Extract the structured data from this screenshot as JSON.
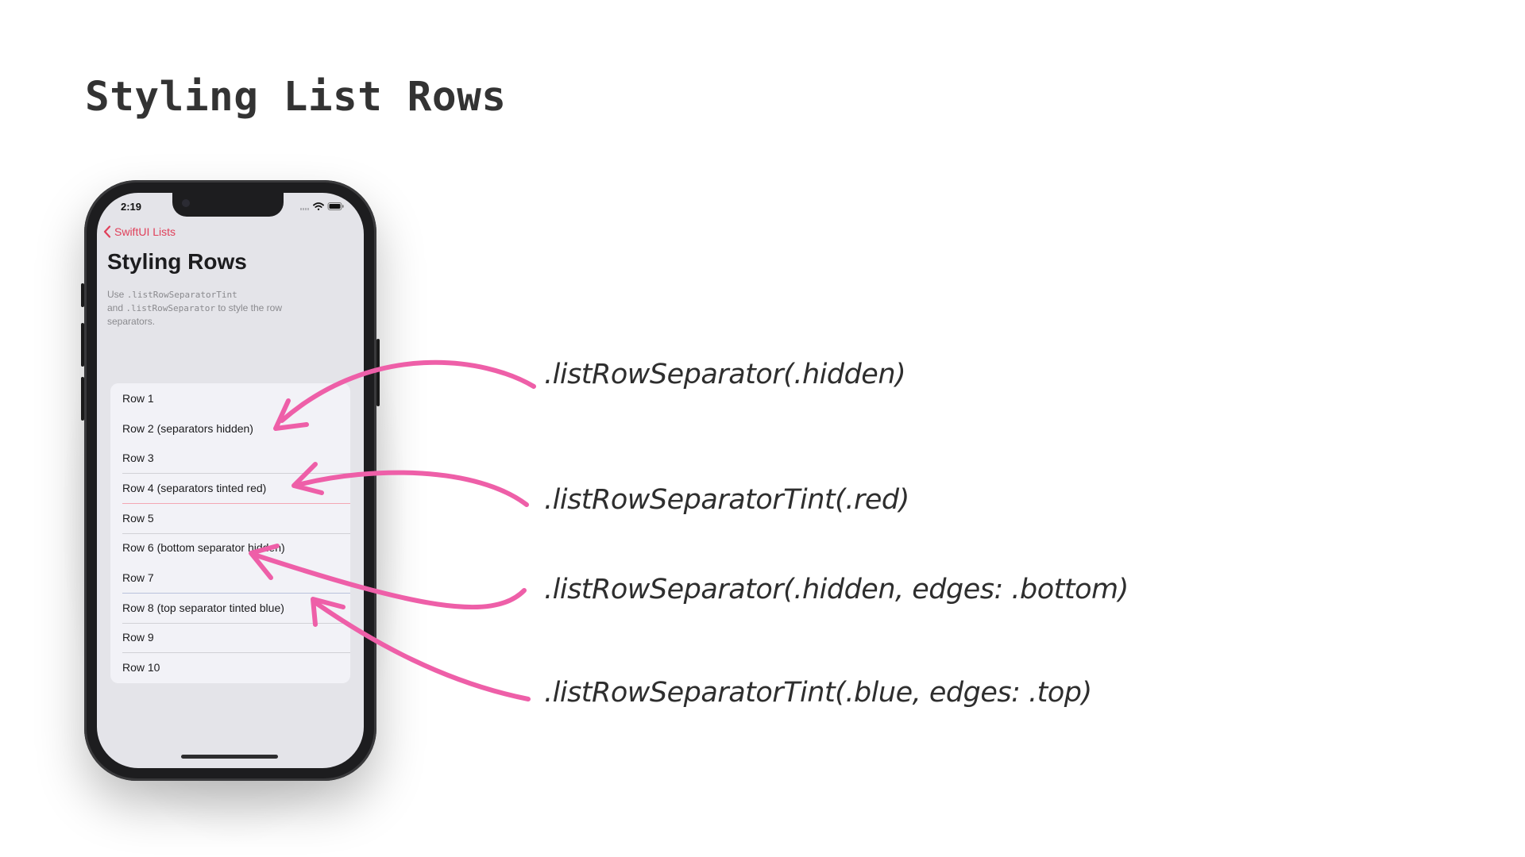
{
  "slide": {
    "title": "Styling List Rows"
  },
  "phone": {
    "status_time": "2:19",
    "back_label": "SwiftUI Lists",
    "screen_title": "Styling Rows",
    "description": {
      "use": "Use",
      "code1": ".listRowSeparatorTint",
      "and": "and",
      "code2": ".listRowSeparator",
      "tail": "to style the row separators."
    },
    "rows": [
      "Row 1",
      "Row 2 (separators hidden)",
      "Row 3",
      "Row 4 (separators tinted red)",
      "Row 5",
      "Row 6 (bottom separator hidden)",
      "Row 7",
      "Row 8 (top separator tinted blue)",
      "Row 9",
      "Row 10"
    ],
    "accent_color": "#e0405a"
  },
  "annotations": [
    ".listRowSeparator(.hidden)",
    ".listRowSeparatorTint(.red)",
    ".listRowSeparator(.hidden, edges: .bottom)",
    ".listRowSeparatorTint(.blue, edges: .top)"
  ],
  "arrow_color": "#ee5fa8"
}
